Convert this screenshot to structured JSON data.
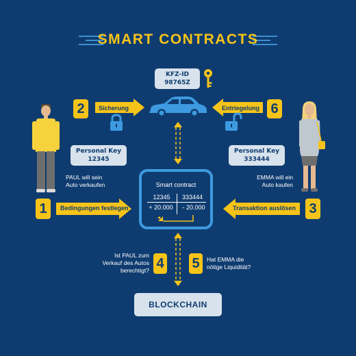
{
  "title": "SMART CONTRACTS",
  "car": {
    "id_line1": "KFZ-ID",
    "id_line2": "98765Z"
  },
  "left": {
    "step_top": "2",
    "label_top": "Sicherung",
    "key_line1": "Personal Key",
    "key_line2": "12345",
    "note_line1": "PAUL will sein",
    "note_line2": "Auto verkaufen",
    "step_bottom": "1",
    "label_bottom": "Bedingungen festlegen"
  },
  "right": {
    "step_top": "6",
    "label_top": "Entriegelung",
    "key_line1": "Personal Key",
    "key_line2": "333444",
    "note_line1": "EMMA will ein",
    "note_line2": "Auto kaufen",
    "step_bottom": "3",
    "label_bottom": "Transaktion auslösen"
  },
  "contract": {
    "title": "Smart contract",
    "col1_head": "12345",
    "col2_head": "333444",
    "col1_val": "+ 20.000",
    "col2_val": "- 20.000"
  },
  "check4": {
    "num": "4",
    "line1": "Ist PAUL zum",
    "line2": "Verkauf des Autos",
    "line3": "berechtigt?"
  },
  "check5": {
    "num": "5",
    "line1": "Hat EMMA die",
    "line2": "nötige Liquidität?"
  },
  "blockchain": "BLOCKCHAIN",
  "colors": {
    "background": "#0f3c70",
    "accent_yellow": "#f6c419",
    "accent_blue": "#3d9ae0",
    "box": "#d7e2ec"
  }
}
